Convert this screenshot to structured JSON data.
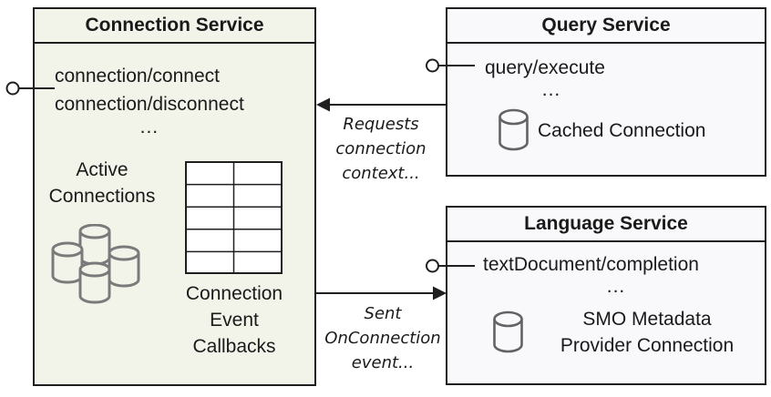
{
  "colors": {
    "canvas-bg": "#ffffff",
    "box-green": "#f2f4ea",
    "box-gray": "#f9f9fb",
    "line": "#1f1f1f",
    "text": "#1a1a1a",
    "cylinder": "#7a7a7a",
    "cylinder-dark": "#636363"
  },
  "connection_service": {
    "title": "Connection Service",
    "methods": [
      "connection/connect",
      "connection/disconnect"
    ],
    "ellipsis": "...",
    "active_connections": {
      "lines": [
        "Active",
        "Connections"
      ],
      "icon": "database-cluster-icon"
    },
    "callbacks": {
      "lines": [
        "Connection",
        "Event",
        "Callbacks"
      ],
      "icon": "callback-table-grid"
    }
  },
  "query_service": {
    "title": "Query Service",
    "method": "query/execute",
    "ellipsis": "...",
    "cached_connection": {
      "label": "Cached Connection",
      "icon": "database-icon"
    }
  },
  "language_service": {
    "title": "Language Service",
    "method": "textDocument/completion",
    "ellipsis": "...",
    "smo_connection": {
      "lines": [
        "SMO Metadata",
        "Provider Connection"
      ],
      "icon": "database-icon"
    }
  },
  "arrows": {
    "requests": {
      "direction": "right-to-left",
      "lines": [
        "Requests",
        "connection",
        "context..."
      ]
    },
    "sent": {
      "direction": "left-to-right",
      "lines": [
        "Sent",
        "OnConnection",
        "event..."
      ]
    }
  }
}
